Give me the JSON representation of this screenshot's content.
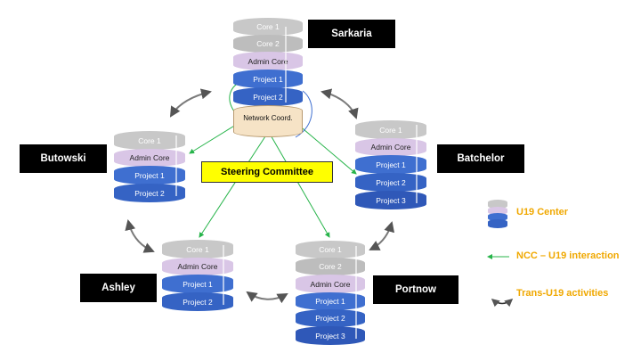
{
  "nodes": {
    "sarkaria": {
      "name": "Sarkaria",
      "layers": [
        "Core 1",
        "Core 2",
        "Admin Core",
        "Project 1",
        "Project 2"
      ],
      "extra": "Network Coord."
    },
    "butowski": {
      "name": "Butowski",
      "layers": [
        "Core 1",
        "Admin Core",
        "Project 1",
        "Project 2"
      ]
    },
    "batchelor": {
      "name": "Batchelor",
      "layers": [
        "Core 1",
        "Admin Core",
        "Project 1",
        "Project 2",
        "Project 3"
      ]
    },
    "ashley": {
      "name": "Ashley",
      "layers": [
        "Core 1",
        "Admin Core",
        "Project 1",
        "Project 2"
      ]
    },
    "portnow": {
      "name": "Portnow",
      "layers": [
        "Core 1",
        "Core 2",
        "Admin Core",
        "Project 1",
        "Project 2",
        "Project 3"
      ]
    }
  },
  "steering_committee": "Steering Committee",
  "legend": {
    "u19_center": "U19 Center",
    "ncc_interaction": "NCC – U19 interaction",
    "trans_u19": "Trans-U19 activities"
  },
  "colors": {
    "core": "#c8c8c8",
    "admin": "#d9c6e6",
    "project": "#3f6fd0",
    "network": "#f6e3c6",
    "steering": "#ffff00",
    "arrow_green": "#27b44a",
    "legend_text": "#f0a800"
  }
}
